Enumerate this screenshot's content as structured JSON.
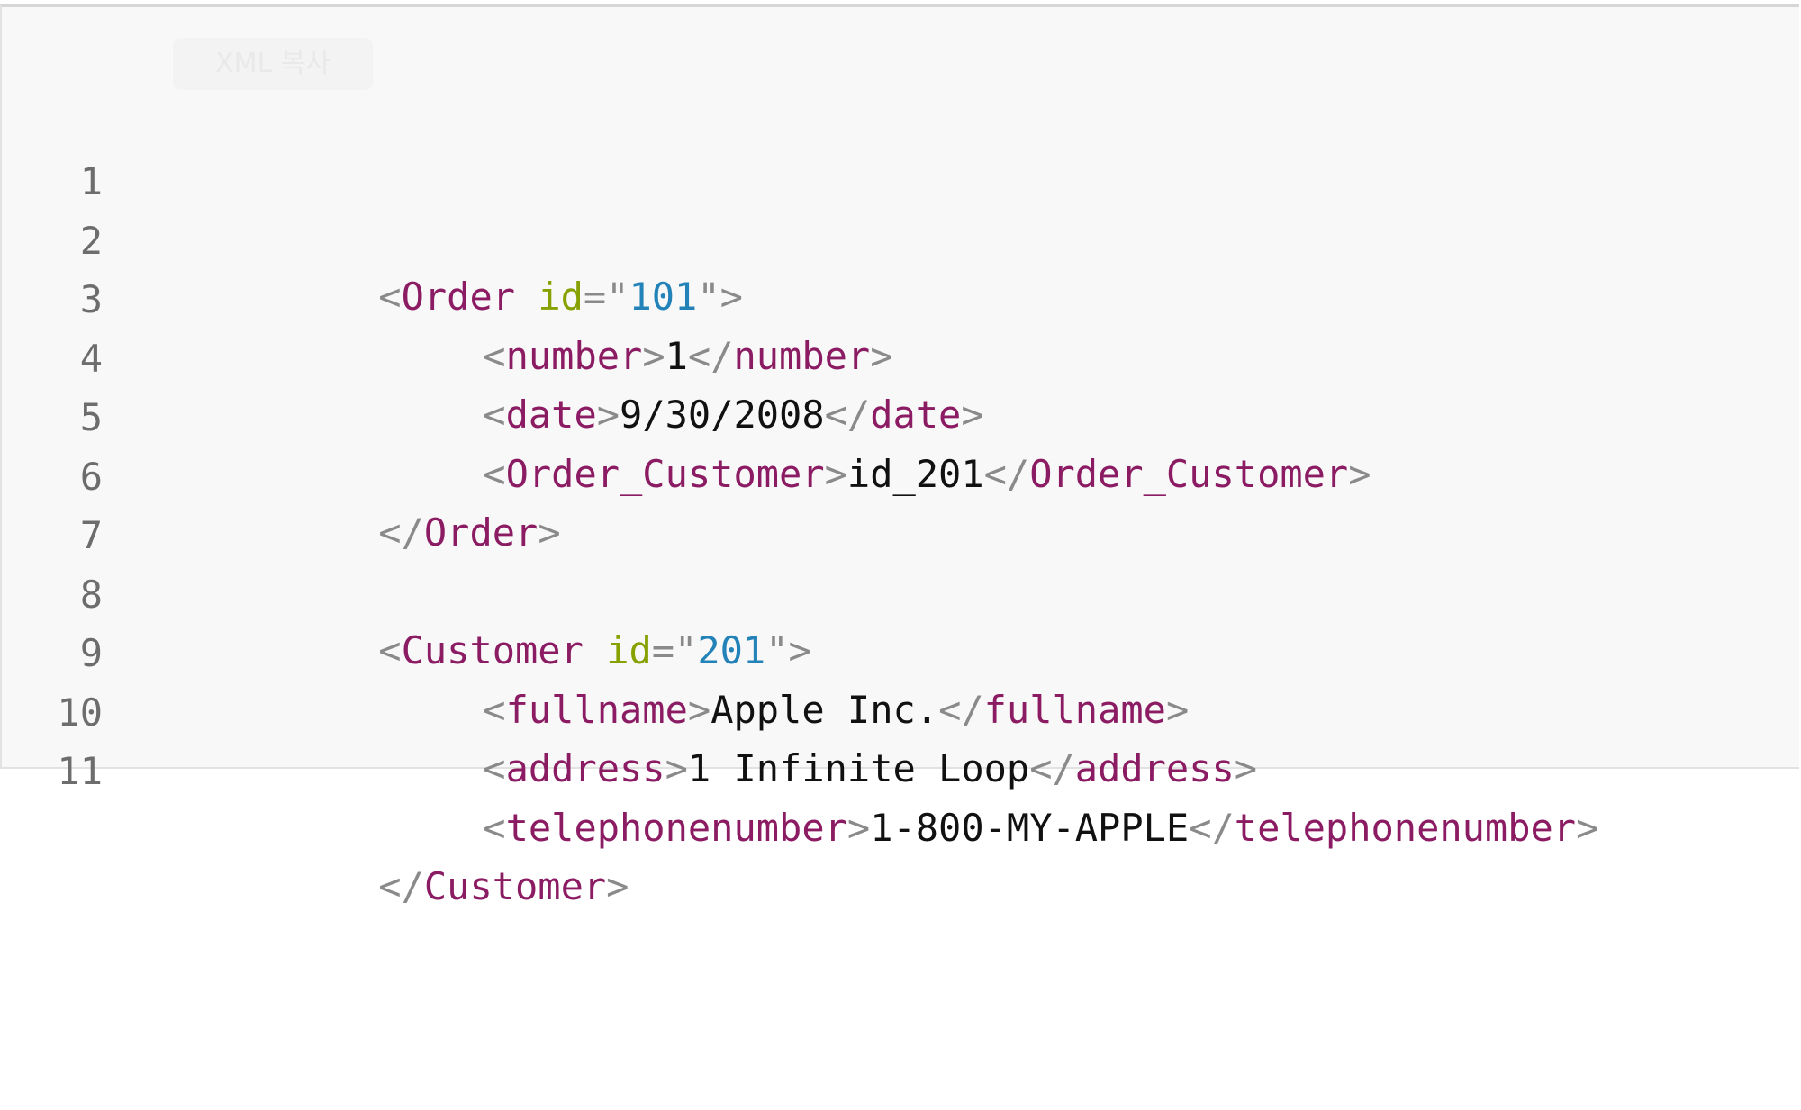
{
  "toolbar": {
    "copy_label": "XML 복사"
  },
  "colors": {
    "background": "#f8f8f8",
    "line_number": "#6d6d6d",
    "punctuation": "#8a8a8a",
    "tag": "#8b1b62",
    "attribute": "#86a100",
    "string": "#2382b8",
    "text": "#111111"
  },
  "code": {
    "lines": [
      {
        "number": "1",
        "tokens": [
          {
            "type": "punct",
            "text": "<"
          },
          {
            "type": "tag",
            "text": "Order"
          },
          {
            "type": "text",
            "text": " "
          },
          {
            "type": "attr",
            "text": "id"
          },
          {
            "type": "punct",
            "text": "=\""
          },
          {
            "type": "string",
            "text": "101"
          },
          {
            "type": "punct",
            "text": "\">"
          }
        ]
      },
      {
        "number": "2",
        "tokens": [
          {
            "type": "punct",
            "text": "<"
          },
          {
            "type": "tag",
            "text": "number"
          },
          {
            "type": "punct",
            "text": ">"
          },
          {
            "type": "text",
            "text": "1"
          },
          {
            "type": "punct",
            "text": "</"
          },
          {
            "type": "tag",
            "text": "number"
          },
          {
            "type": "punct",
            "text": ">"
          }
        ]
      },
      {
        "number": "3",
        "tokens": [
          {
            "type": "punct",
            "text": "<"
          },
          {
            "type": "tag",
            "text": "date"
          },
          {
            "type": "punct",
            "text": ">"
          },
          {
            "type": "text",
            "text": "9/30/2008"
          },
          {
            "type": "punct",
            "text": "</"
          },
          {
            "type": "tag",
            "text": "date"
          },
          {
            "type": "punct",
            "text": ">"
          }
        ]
      },
      {
        "number": "4",
        "tokens": [
          {
            "type": "punct",
            "text": "<"
          },
          {
            "type": "tag",
            "text": "Order_Customer"
          },
          {
            "type": "punct",
            "text": ">"
          },
          {
            "type": "text",
            "text": "id_201"
          },
          {
            "type": "punct",
            "text": "</"
          },
          {
            "type": "tag",
            "text": "Order_Customer"
          },
          {
            "type": "punct",
            "text": ">"
          }
        ]
      },
      {
        "number": "5",
        "tokens": [
          {
            "type": "punct",
            "text": "</"
          },
          {
            "type": "tag",
            "text": "Order"
          },
          {
            "type": "punct",
            "text": ">"
          }
        ]
      },
      {
        "number": "6",
        "tokens": []
      },
      {
        "number": "7",
        "tokens": [
          {
            "type": "punct",
            "text": "<"
          },
          {
            "type": "tag",
            "text": "Customer"
          },
          {
            "type": "text",
            "text": " "
          },
          {
            "type": "attr",
            "text": "id"
          },
          {
            "type": "punct",
            "text": "=\""
          },
          {
            "type": "string",
            "text": "201"
          },
          {
            "type": "punct",
            "text": "\">"
          }
        ]
      },
      {
        "number": "8",
        "tokens": [
          {
            "type": "punct",
            "text": "<"
          },
          {
            "type": "tag",
            "text": "fullname"
          },
          {
            "type": "punct",
            "text": ">"
          },
          {
            "type": "text",
            "text": "Apple Inc."
          },
          {
            "type": "punct",
            "text": "</"
          },
          {
            "type": "tag",
            "text": "fullname"
          },
          {
            "type": "punct",
            "text": ">"
          }
        ]
      },
      {
        "number": "9",
        "tokens": [
          {
            "type": "punct",
            "text": "<"
          },
          {
            "type": "tag",
            "text": "address"
          },
          {
            "type": "punct",
            "text": ">"
          },
          {
            "type": "text",
            "text": "1 Infinite Loop"
          },
          {
            "type": "punct",
            "text": "</"
          },
          {
            "type": "tag",
            "text": "address"
          },
          {
            "type": "punct",
            "text": ">"
          }
        ]
      },
      {
        "number": "10",
        "tokens": [
          {
            "type": "punct",
            "text": "<"
          },
          {
            "type": "tag",
            "text": "telephonenumber"
          },
          {
            "type": "punct",
            "text": ">"
          },
          {
            "type": "text",
            "text": "1-800-MY-APPLE"
          },
          {
            "type": "punct",
            "text": "</"
          },
          {
            "type": "tag",
            "text": "telephonenumber"
          },
          {
            "type": "punct",
            "text": ">"
          }
        ]
      },
      {
        "number": "11",
        "tokens": [
          {
            "type": "punct",
            "text": "</"
          },
          {
            "type": "tag",
            "text": "Customer"
          },
          {
            "type": "punct",
            "text": ">"
          }
        ]
      }
    ]
  }
}
